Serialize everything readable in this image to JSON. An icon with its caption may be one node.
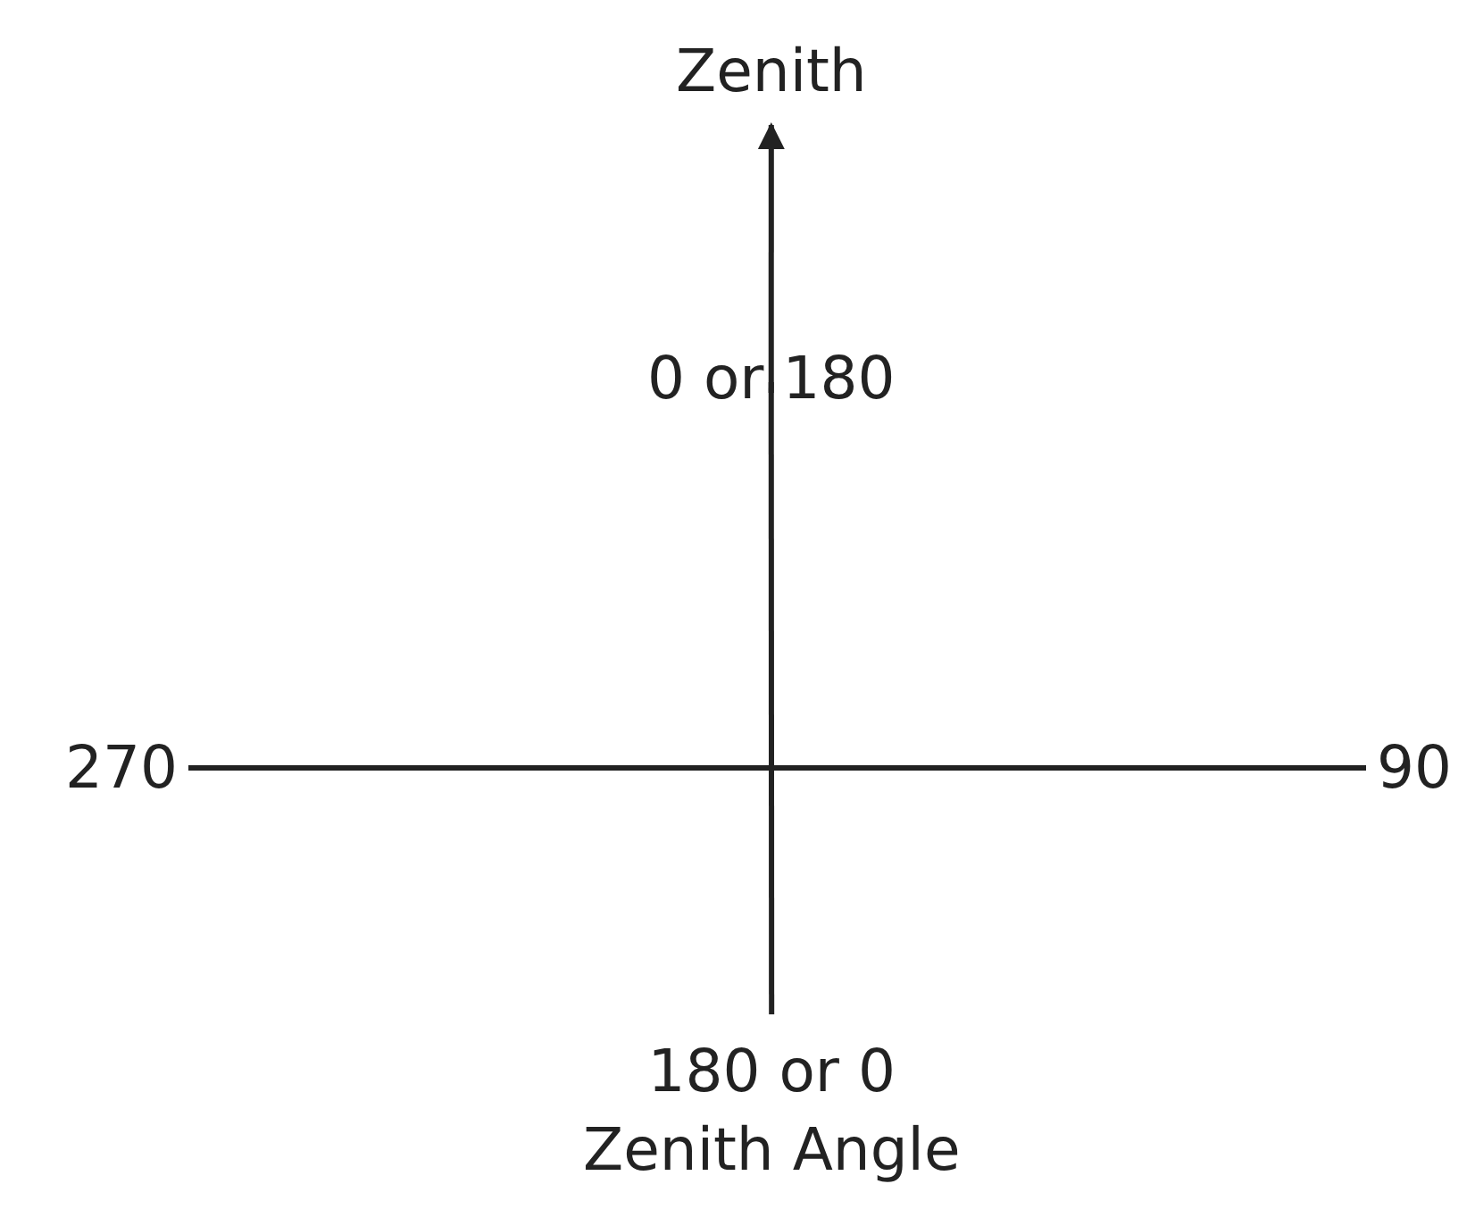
{
  "diagram": {
    "nodes": [
      {
        "text": [
          "Zenith"
        ]
      },
      {
        "text": [
          "0 or 180"
        ]
      },
      {
        "text": [
          "270"
        ]
      },
      {
        "text": [
          "90"
        ]
      },
      {
        "text": [
          "180 or 0",
          "Zenith Angle"
        ]
      }
    ],
    "edges": [
      {
        "from": 1,
        "to": 0,
        "arrow": "to"
      },
      {
        "from": 4,
        "to": 1,
        "arrow": "none"
      },
      {
        "from": 2,
        "to": 3,
        "arrow": "none"
      }
    ]
  }
}
